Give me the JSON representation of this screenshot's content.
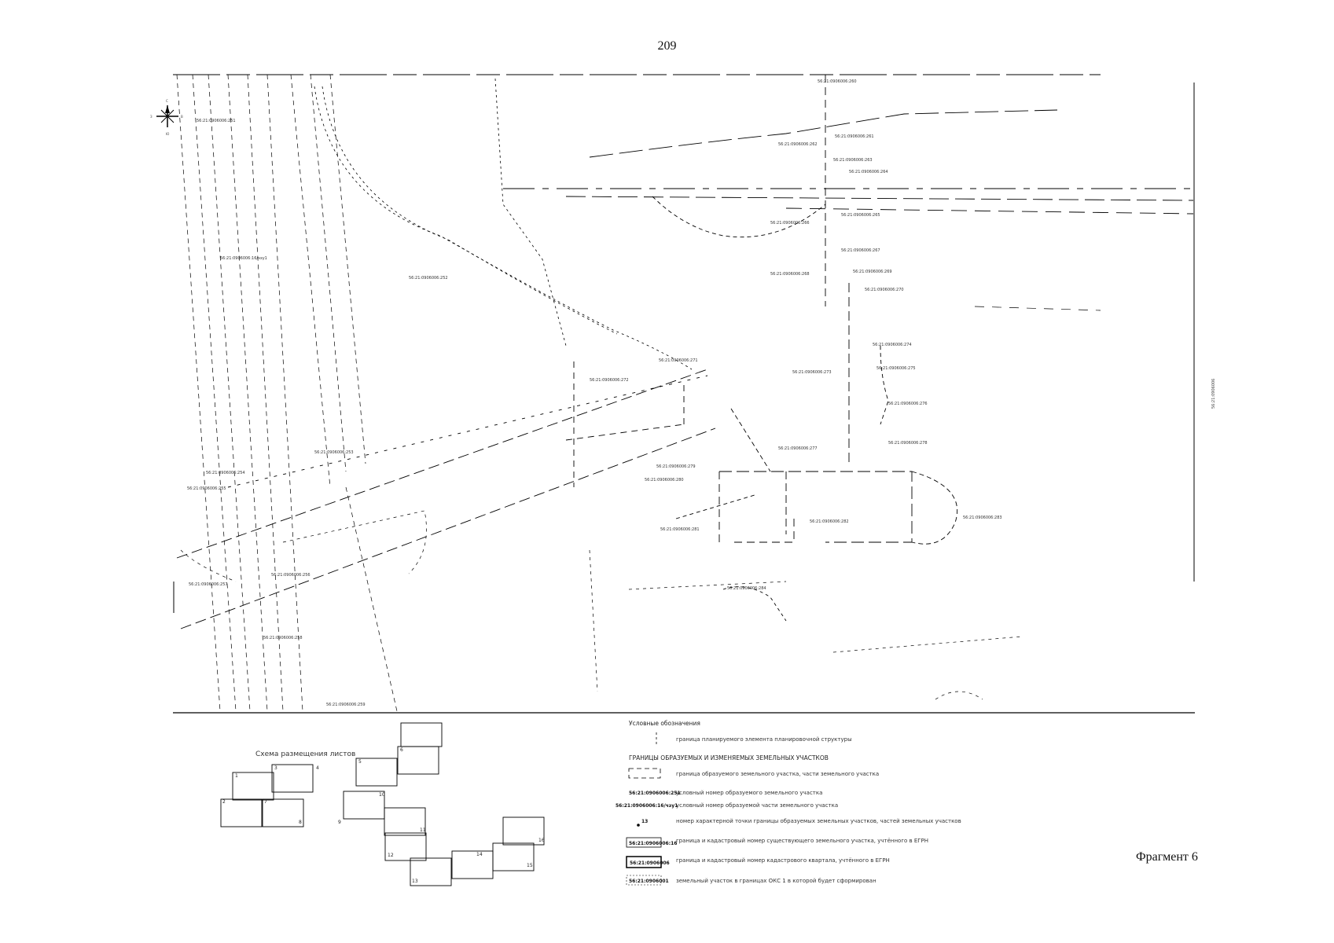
{
  "page_number": "209",
  "fragment_label": "Фрагмент 6",
  "compass": {
    "north": "С",
    "south": "Ю",
    "west": "З",
    "east": "В"
  },
  "scheme": {
    "title": "Схема размещения листов",
    "sheets": [
      "1",
      "2",
      "3",
      "4",
      "5",
      "6",
      "7",
      "8",
      "9",
      "10",
      "11",
      "12",
      "13",
      "14",
      "15",
      "16"
    ]
  },
  "legend": {
    "title": "Условные обозначения",
    "items": [
      {
        "symbol": "",
        "text": "граница планируемого элемента планировочной структуры"
      },
      {
        "symbol": "",
        "text": "ГРАНИЦЫ ОБРАЗУЕМЫХ И ИЗМЕНЯЕМЫХ ЗЕМЕЛЬНЫХ УЧАСТКОВ"
      },
      {
        "symbol": "",
        "text": "граница образуемого земельного участка, части земельного участка"
      },
      {
        "symbol": "56:21:0906006:251",
        "text": "условный номер образуемого земельного участка"
      },
      {
        "symbol": "56:21:0906006:16/чзу1",
        "text": "условный номер образуемой части земельного участка"
      },
      {
        "symbol": "13",
        "text": "номер характерной точки границы образуемых земельных участков, частей земельных участков"
      },
      {
        "symbol": "56:21:0906006:16",
        "text": "граница и кадастровый номер существующего земельного участка, учтённого в ЕГРН"
      },
      {
        "symbol": "56:21:0906006",
        "text": "граница и кадастровый номер кадастрового квартала, учтённого в ЕГРН"
      },
      {
        "symbol": "56:21:0906001",
        "text": "земельный участок в границах ОКС 1 в которой будет сформирован"
      }
    ]
  },
  "map_labels": [
    "56:21:0906006:251",
    "56:21:0906006:16/чзу1",
    "56:21:0906006:252",
    "56:21:0906006:253",
    "56:21:0906006:254",
    "56:21:0906006:255",
    "56:21:0906006:256",
    "56:21:0906006:257",
    "56:21:0906006:258",
    "56:21:0906006:259",
    "56:21:0906006:260",
    "56:21:0906006:261",
    "56:21:0906006:262",
    "56:21:0906006:263",
    "56:21:0906006:264",
    "56:21:0906006:265",
    "56:21:0906006:266",
    "56:21:0906006:267",
    "56:21:0906006:268",
    "56:21:0906006:269",
    "56:21:0906006:270",
    "56:21:0906006:271",
    "56:21:0906006:272",
    "56:21:0906006:273",
    "56:21:0906006:274",
    "56:21:0906006:275",
    "56:21:0906006:276",
    "56:21:0906006:277",
    "56:21:0906006:278",
    "56:21:0906006:279",
    "56:21:0906006:280",
    "56:21:0906006:281",
    "56:21:0906006:282",
    "56:21:0906006:283",
    "56:21:0906006:284"
  ],
  "side_label": "56:21:0906006"
}
